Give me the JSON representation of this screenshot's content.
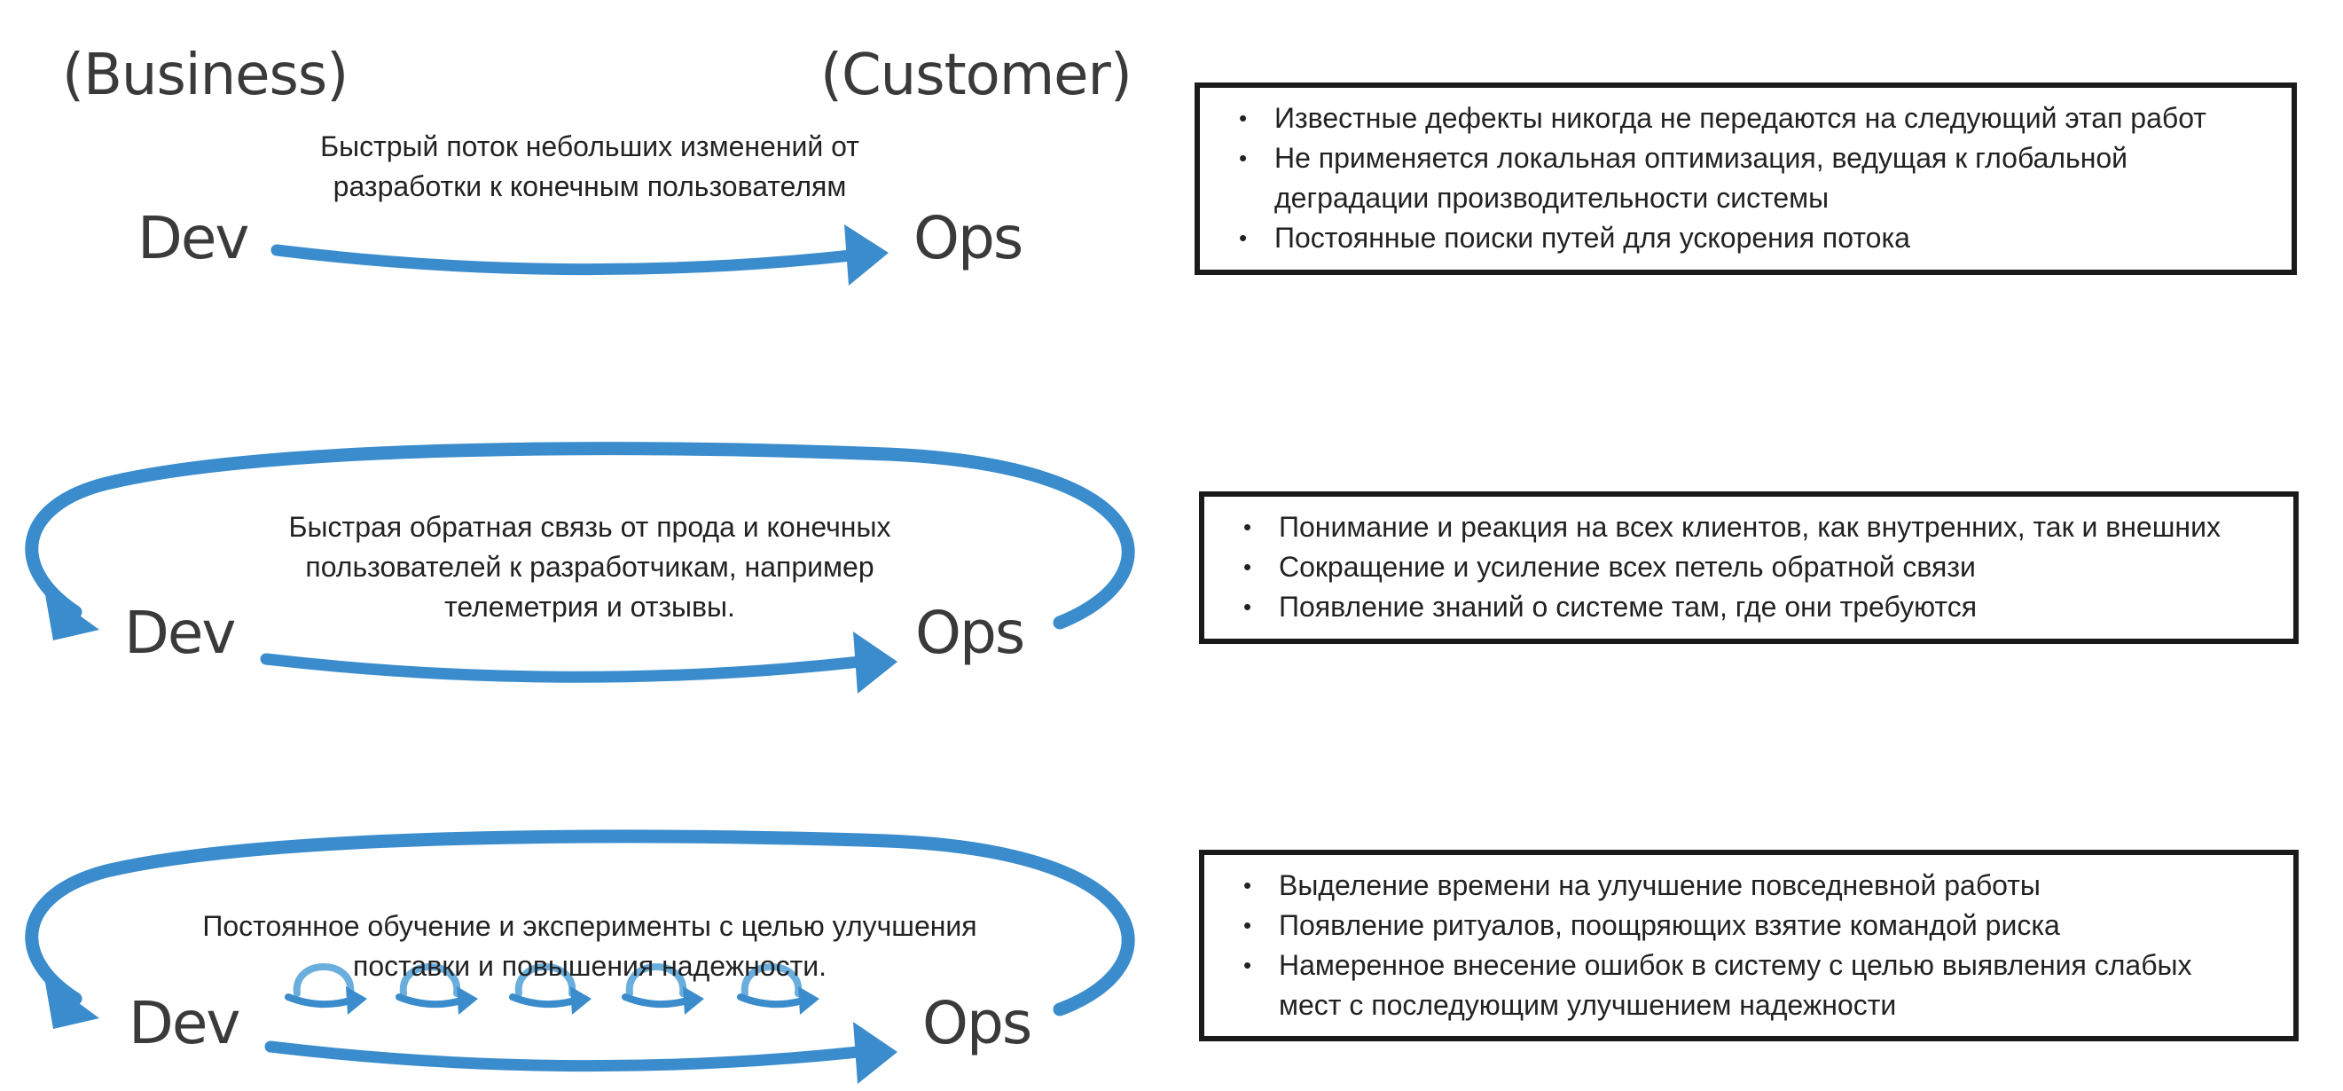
{
  "colors": {
    "arrow": "#3a8ccc",
    "text": "#222222",
    "node": "#3a3a3a",
    "border": "#1a1a1a"
  },
  "header": {
    "business": "(Business)",
    "customer": "(Customer)"
  },
  "ways": [
    {
      "dev": "Dev",
      "ops": "Ops",
      "caption": [
        "Быстрый поток небольших изменений от",
        "разработки к конечным пользователям"
      ],
      "bullets": [
        "Известные дефекты никогда не передаются на следующий этап работ",
        "Не применяется локальная оптимизация, ведущая к глобальной",
        "деградации производительности системы",
        "Постоянные поиски путей для ускорения потока"
      ]
    },
    {
      "dev": "Dev",
      "ops": "Ops",
      "caption": [
        "Быстрая обратная связь от прода и конечных",
        "пользователей к разработчикам, например",
        "телеметрия и отзывы."
      ],
      "bullets": [
        "Понимание и реакция на всех клиентов, как внутренних, так и внешних",
        "Сокращение и усиление всех петель обратной связи",
        "Появление знаний о системе там, где они требуются"
      ]
    },
    {
      "dev": "Dev",
      "ops": "Ops",
      "caption": [
        "Постоянное обучение и эксперименты с целью улучшения",
        "поставки и повышения надежности."
      ],
      "bullets": [
        "Выделение времени на улучшение повседневной работы",
        "Появление ритуалов, поощряющих взятие командой риска",
        "Намеренное внесение ошибок в систему с целью выявления слабых",
        "мест с последующим улучшением надежности"
      ]
    }
  ]
}
